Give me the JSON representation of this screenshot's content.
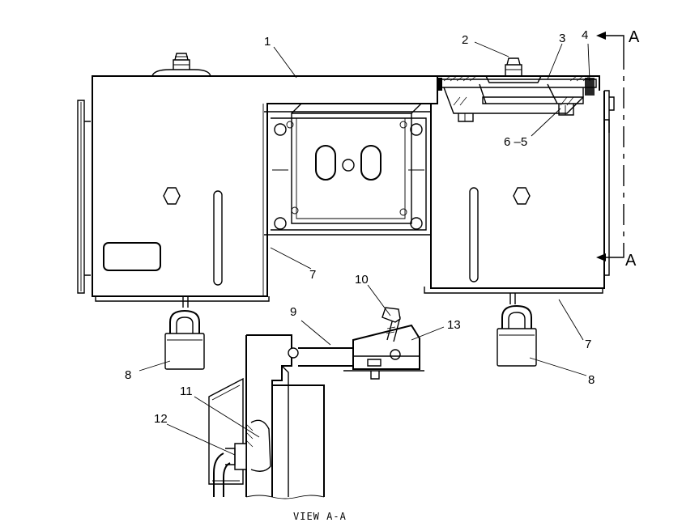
{
  "callouts": {
    "c1": "1",
    "c2": "2",
    "c3": "3",
    "c4": "4",
    "c6_5": "6 –5",
    "c7_left": "7",
    "c7_right": "7",
    "c8_left": "8",
    "c8_right": "8",
    "c9": "9",
    "c10": "10",
    "c11": "11",
    "c12": "12",
    "c13": "13"
  },
  "section_marks": {
    "top": "A",
    "bottom": "A"
  },
  "view_label": "VIEW A-A"
}
